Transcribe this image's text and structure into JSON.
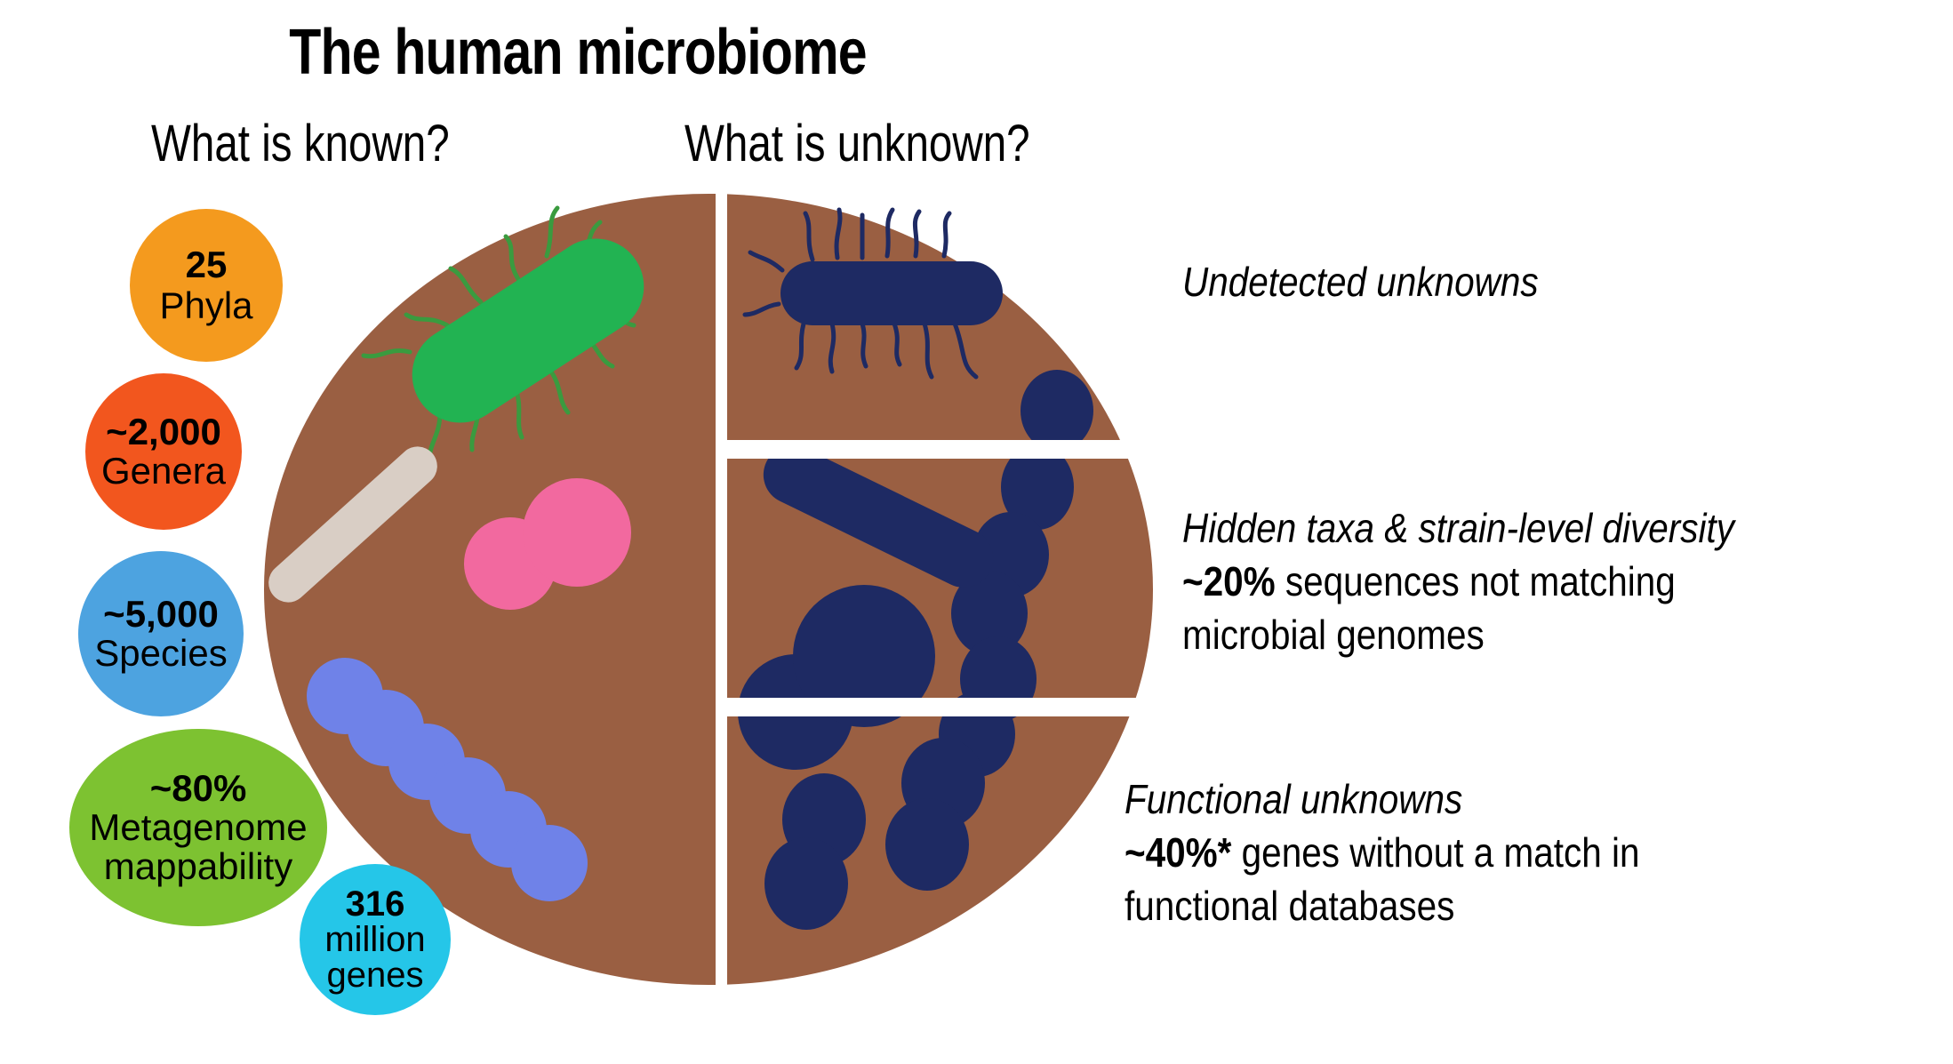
{
  "title": "The human microbiome",
  "headings": {
    "known": "What is known?",
    "unknown": "What is unknown?"
  },
  "known_stats": [
    {
      "name": "phyla",
      "number": "25",
      "label": "Phyla",
      "color": "#f49a1e"
    },
    {
      "name": "genera",
      "number": "~2,000",
      "label": "Genera",
      "color": "#f2561e"
    },
    {
      "name": "species",
      "number": "~5,000",
      "label": "Species",
      "color": "#4da3e0"
    },
    {
      "name": "mappability",
      "number": "~80%",
      "label": "Metagenome\nmappability",
      "color": "#7dc231",
      "label_line1": "Metagenome",
      "label_line2": "mappability"
    },
    {
      "name": "genes",
      "number": "316",
      "label": "million\ngenes",
      "color": "#25c6e8",
      "label_line1": "million",
      "label_line2": "genes"
    }
  ],
  "unknown_blocks": [
    {
      "name": "undetected-unknowns",
      "heading": "Undetected unknowns",
      "stat": "",
      "body_line1": "",
      "body_line2": ""
    },
    {
      "name": "hidden-taxa",
      "heading": "Hidden taxa & strain-level diversity",
      "stat": "~20%",
      "body_line1": " sequences not matching",
      "body_line2": "microbial genomes"
    },
    {
      "name": "functional-unknowns",
      "heading": "Functional unknowns",
      "stat": "~40%*",
      "body_line1": " genes without a match in",
      "body_line2": "functional databases"
    }
  ],
  "colors": {
    "circle_brown": "#9a5f42",
    "navy": "#1e2a63",
    "green": "#22b352",
    "pink": "#f2699f",
    "periwinkle": "#6f82e8",
    "beige": "#d9cec5",
    "background": "#ffffff"
  },
  "organisms": {
    "known_side": [
      {
        "name": "green-rod-bacterium",
        "color": "#22b352",
        "shape": "rod-with-flagella"
      },
      {
        "name": "beige-rod-bacterium",
        "color": "#d9cec5",
        "shape": "rod"
      },
      {
        "name": "pink-diplococcus",
        "color": "#f2699f",
        "shape": "diplococcus"
      },
      {
        "name": "periwinkle-coccus-chain",
        "color": "#6f82e8",
        "shape": "coccus-chain",
        "count": 6
      }
    ],
    "unknown_side": [
      {
        "name": "navy-rod-bacterium",
        "color": "#1e2a63",
        "shape": "rod-with-flagella"
      },
      {
        "name": "navy-diagonal-rod",
        "color": "#1e2a63",
        "shape": "rod"
      },
      {
        "name": "navy-diplococcus-large",
        "color": "#1e2a63",
        "shape": "diplococcus"
      },
      {
        "name": "navy-coccus-chain",
        "color": "#1e2a63",
        "shape": "coccus-chain",
        "count": 6
      },
      {
        "name": "navy-diplococcus-left",
        "color": "#1e2a63",
        "shape": "diplococcus"
      },
      {
        "name": "navy-diplococcus-right",
        "color": "#1e2a63",
        "shape": "diplococcus"
      }
    ]
  }
}
